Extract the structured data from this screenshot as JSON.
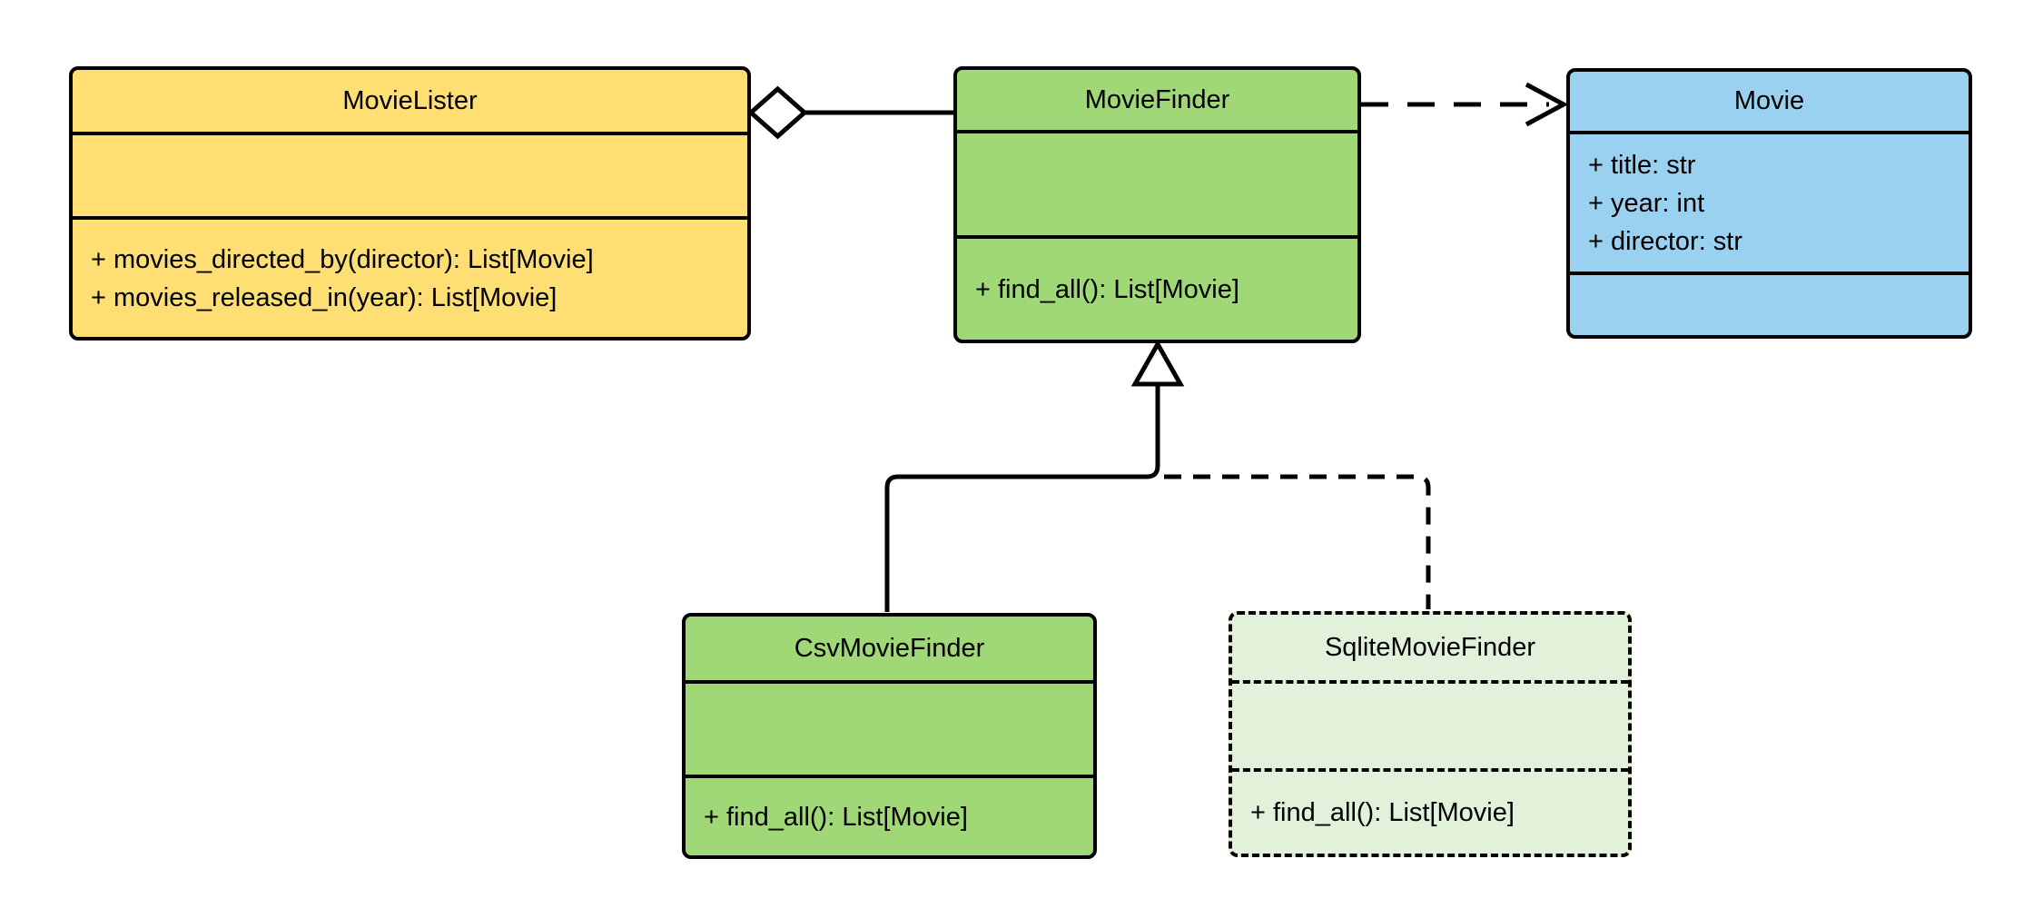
{
  "diagram_type": "uml-class-diagram",
  "colors": {
    "background": "#FFFFFF",
    "stroke": "#000000",
    "yellow_fill": "#FFDE73",
    "green_fill": "#A0D878",
    "blue_fill": "#9AD1F1",
    "light_green_fill": "#E2F2DA"
  },
  "classes": [
    {
      "name": "MovieLister",
      "fill": "#FFDE73",
      "border_style": "solid",
      "attributes": [],
      "methods": [
        "+ movies_directed_by(director): List[Movie]",
        "+ movies_released_in(year): List[Movie]"
      ]
    },
    {
      "name": "MovieFinder",
      "fill": "#A0D878",
      "border_style": "solid",
      "attributes": [],
      "methods": [
        "+ find_all(): List[Movie]"
      ]
    },
    {
      "name": "Movie",
      "fill": "#9AD1F1",
      "border_style": "solid",
      "attributes": [
        "+ title: str",
        "+ year: int",
        "+ director: str"
      ],
      "methods": []
    },
    {
      "name": "CsvMovieFinder",
      "fill": "#A0D878",
      "border_style": "solid",
      "attributes": [],
      "methods": [
        "+ find_all(): List[Movie]"
      ]
    },
    {
      "name": "SqliteMovieFinder",
      "fill": "#E2F2DA",
      "border_style": "dashed",
      "attributes": [],
      "methods": [
        "+ find_all(): List[Movie]"
      ]
    }
  ],
  "relationships": [
    {
      "type": "aggregation",
      "from": "MovieLister",
      "to": "MovieFinder",
      "line": "solid",
      "marker": "hollow-diamond"
    },
    {
      "type": "dependency",
      "from": "MovieFinder",
      "to": "Movie",
      "line": "dashed",
      "marker": "open-arrow"
    },
    {
      "type": "inheritance",
      "from": "CsvMovieFinder",
      "to": "MovieFinder",
      "line": "solid",
      "marker": "hollow-triangle"
    },
    {
      "type": "inheritance",
      "from": "SqliteMovieFinder",
      "to": "MovieFinder",
      "line": "dashed",
      "marker": "hollow-triangle"
    }
  ]
}
